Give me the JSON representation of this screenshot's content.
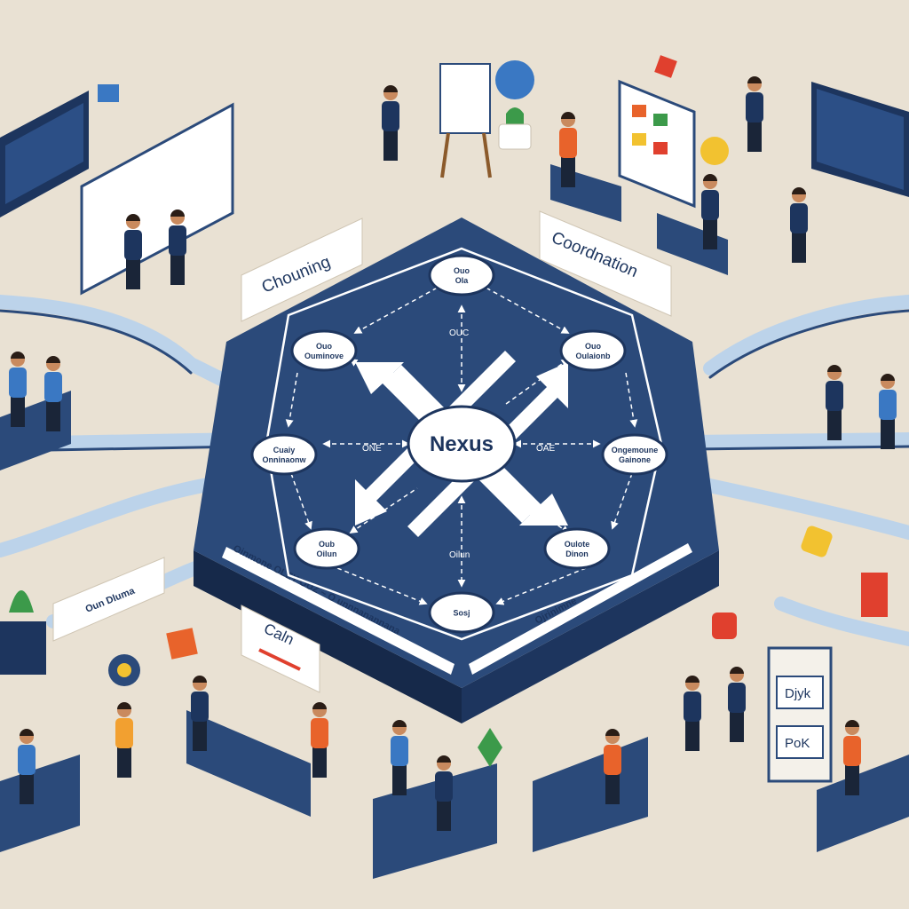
{
  "diagram": {
    "center": "Nexus",
    "banners": {
      "left": "Chouning",
      "right": "Coordnation",
      "bottom_left": "Caln"
    },
    "nodes": [
      {
        "id": "top",
        "lines": [
          "Ouo",
          "Ola"
        ]
      },
      {
        "id": "upper-left",
        "lines": [
          "Ouo",
          "Ouminove"
        ]
      },
      {
        "id": "upper-right",
        "lines": [
          "Ouo",
          "Oulaionb"
        ]
      },
      {
        "id": "left",
        "lines": [
          "Cuaiy",
          "Onninaonw"
        ]
      },
      {
        "id": "right",
        "lines": [
          "Ongemoune",
          "Gainone"
        ]
      },
      {
        "id": "lower-left",
        "lines": [
          "Oub",
          "Oilun"
        ]
      },
      {
        "id": "lower-right",
        "lines": [
          "Oulote",
          "Dinon"
        ]
      },
      {
        "id": "bottom",
        "lines": [
          "Sosj"
        ]
      }
    ],
    "small_labels": {
      "top": "OUC",
      "left": "ONE",
      "right": "OAE",
      "bottom": "Oilun"
    },
    "platform_edges": {
      "front_left": "Oinmone OLEY OUZ ~ O unnnanannana",
      "front_right": "Ojrinimne"
    },
    "side_signs": {
      "left_board": "Oun Dluma",
      "right_top": "Djyk",
      "right_bottom": "PoK"
    }
  },
  "colors": {
    "background": "#e9e1d3",
    "navy": "#2b4a7a",
    "navy_dark": "#1d355e",
    "platform_side": "#16294a",
    "track": "#bcd3ea",
    "orange": "#e8632b",
    "green": "#3c9a4a",
    "red": "#e0402e",
    "yellow": "#f2c230"
  }
}
